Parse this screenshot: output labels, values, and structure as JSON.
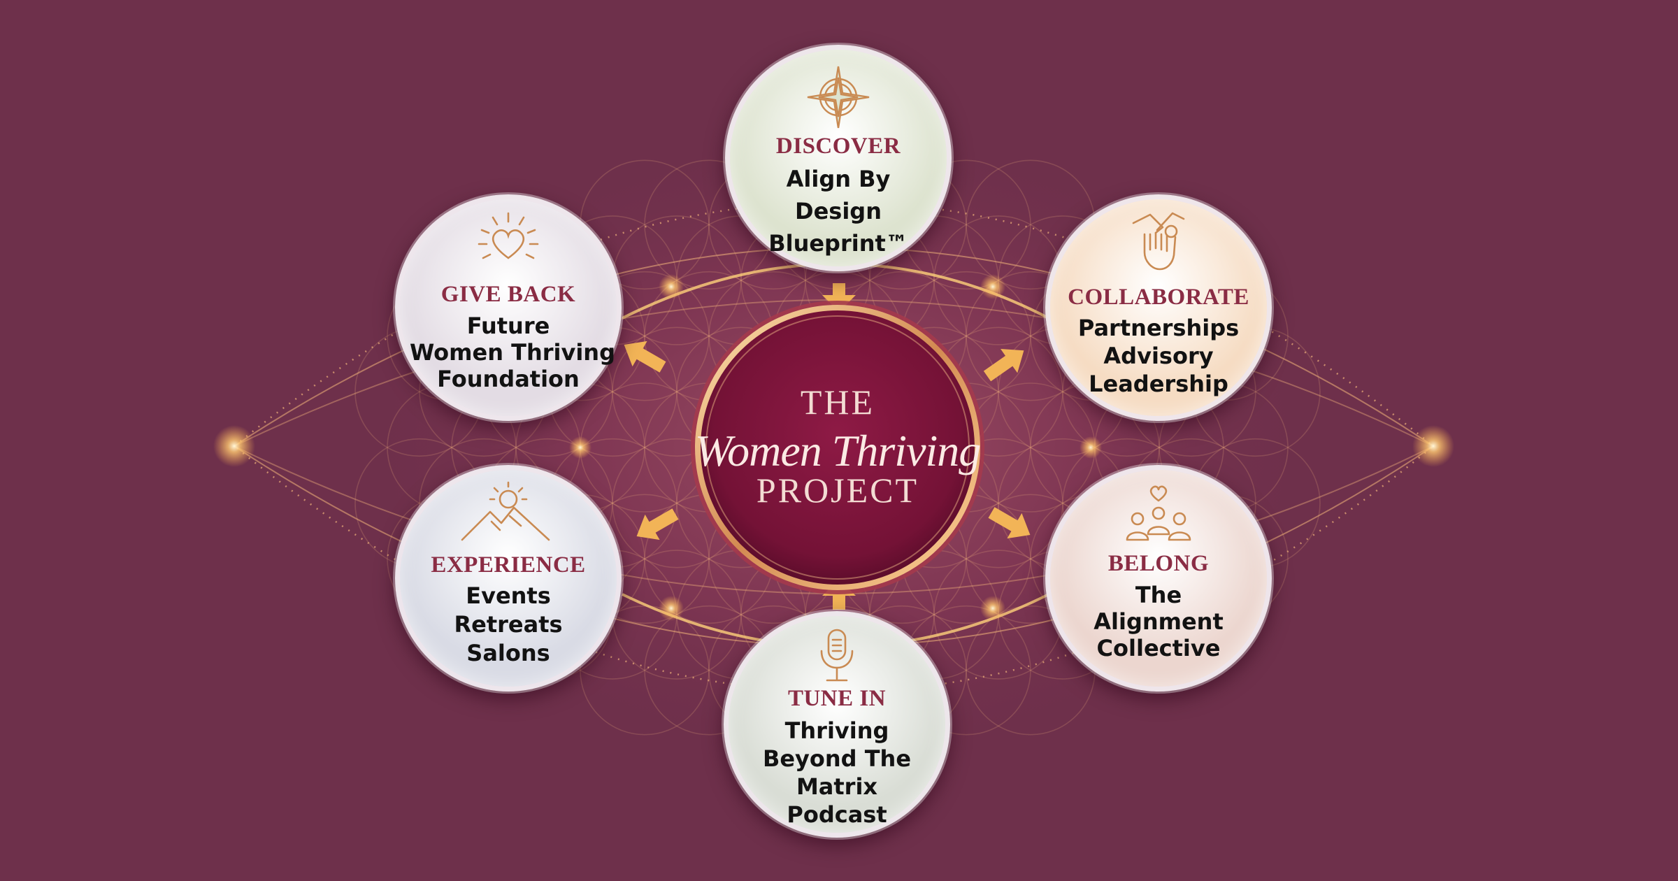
{
  "colors": {
    "background": "#6e304b",
    "gold": "#f2b457",
    "heading": "#8a2c44",
    "text": "#121212",
    "center_fill": "#7c1438"
  },
  "center": {
    "line1": "THE",
    "line2": "Women Thriving",
    "line3": "PROJECT"
  },
  "nodes": [
    {
      "id": "discover",
      "icon": "compass-icon",
      "color": "#dde3cf",
      "heading": "DISCOVER",
      "lines": [
        "Align By",
        "Design",
        "Blueprint™"
      ]
    },
    {
      "id": "collaborate",
      "icon": "handshake-icon",
      "color": "#f6dcc3",
      "heading": "COLLABORATE",
      "lines": [
        "Partnerships",
        "Advisory",
        "Leadership"
      ]
    },
    {
      "id": "belong",
      "icon": "community-heart-icon",
      "color": "#ecd6cf",
      "heading": "BELONG",
      "lines": [
        "The",
        "Alignment",
        "Collective"
      ]
    },
    {
      "id": "tune-in",
      "icon": "microphone-icon",
      "color": "#d9ddd5",
      "heading": "TUNE IN",
      "lines": [
        "Thriving",
        "Beyond The",
        "Matrix",
        "Podcast"
      ]
    },
    {
      "id": "experience",
      "icon": "mountain-sun-icon",
      "color": "#d9dbe5",
      "heading": "EXPERIENCE",
      "lines": [
        "Events",
        "Retreats",
        "Salons"
      ]
    },
    {
      "id": "give-back",
      "icon": "radiant-heart-icon",
      "color": "#e3dce4",
      "heading": "GIVE BACK",
      "lines": [
        "Future",
        "Women Thriving",
        "Foundation"
      ]
    }
  ]
}
